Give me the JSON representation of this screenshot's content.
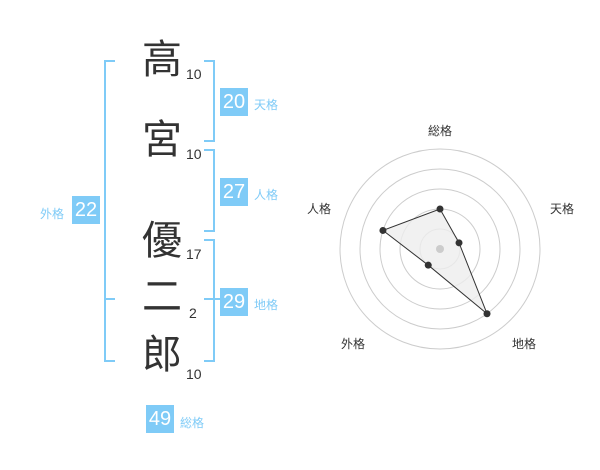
{
  "name": {
    "chars": [
      {
        "char": "高",
        "strokes": "10"
      },
      {
        "char": "宮",
        "strokes": "10"
      },
      {
        "char": "優",
        "strokes": "17"
      },
      {
        "char": "二",
        "strokes": "2"
      },
      {
        "char": "郎",
        "strokes": "10"
      }
    ]
  },
  "kaku": {
    "tenkaku": {
      "value": "20",
      "label": "天格"
    },
    "jinkaku": {
      "value": "27",
      "label": "人格"
    },
    "chikaku": {
      "value": "29",
      "label": "地格"
    },
    "gaikaku": {
      "value": "22",
      "label": "外格"
    },
    "soukaku": {
      "value": "49",
      "label": "総格"
    }
  },
  "chart_data": {
    "type": "radar",
    "axes": [
      "総格",
      "天格",
      "地格",
      "外格",
      "人格"
    ],
    "values": [
      2,
      1,
      4,
      1,
      3
    ],
    "rmax": 5,
    "rings": 5,
    "colors": {
      "accent": "#7fcbf7",
      "line": "#333333",
      "fill": "#eeeeee",
      "ring": "#cccccc"
    }
  }
}
